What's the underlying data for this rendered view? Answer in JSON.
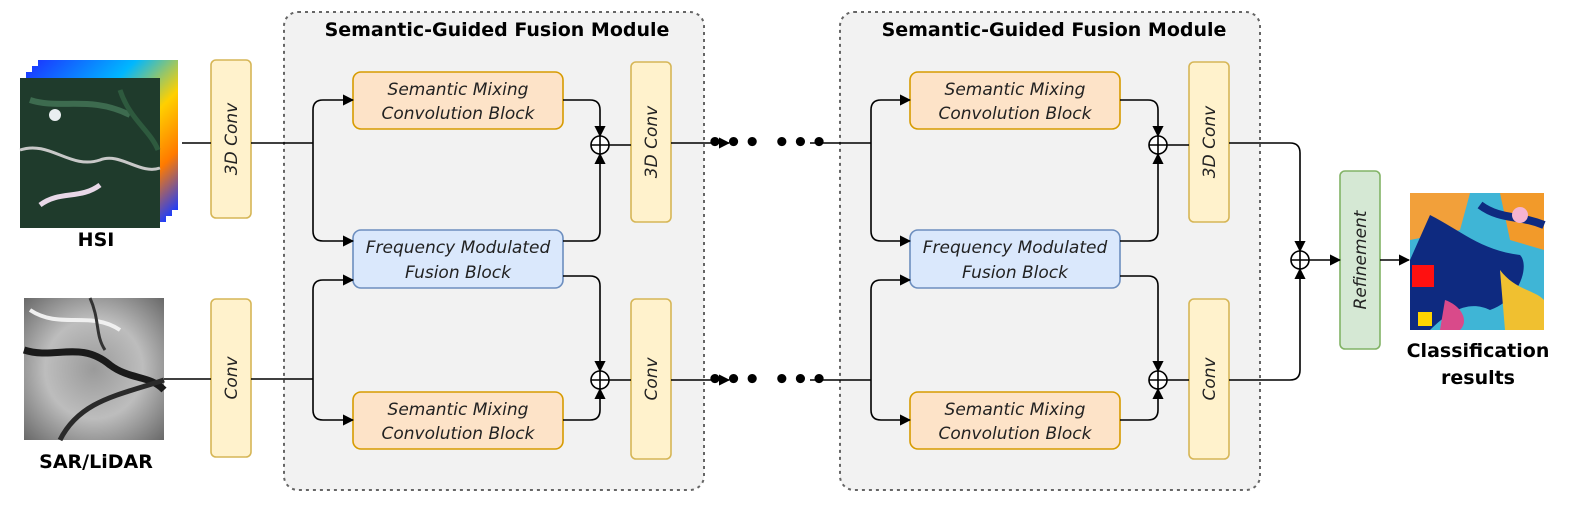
{
  "inputs": {
    "hsi_label": "HSI",
    "sar_label": "SAR/LiDAR"
  },
  "output": {
    "label_line1": "Classification",
    "label_line2": "results"
  },
  "encoders": {
    "hsi_conv": "3D Conv",
    "sar_conv": "Conv"
  },
  "modules": [
    {
      "title": "Semantic-Guided Fusion Module",
      "top_block": [
        "Semantic Mixing",
        "Convolution Block"
      ],
      "middle_block": [
        "Frequency Modulated",
        "Fusion Block"
      ],
      "bottom_block": [
        "Semantic Mixing",
        "Convolution Block"
      ],
      "top_conv": "3D Conv",
      "bottom_conv": "Conv"
    },
    {
      "title": "Semantic-Guided Fusion Module",
      "top_block": [
        "Semantic Mixing",
        "Convolution Block"
      ],
      "middle_block": [
        "Frequency Modulated",
        "Fusion Block"
      ],
      "bottom_block": [
        "Semantic Mixing",
        "Convolution Block"
      ],
      "top_conv": "3D Conv",
      "bottom_conv": "Conv"
    }
  ],
  "ellipsis": "••• •••",
  "refinement_label": "Refinement",
  "colors": {
    "module_bg": "#f2f2f2",
    "module_border": "#666666",
    "orange_fill": "#fde3c8",
    "orange_stroke": "#d79b00",
    "blue_fill": "#dae8fc",
    "blue_stroke": "#6c8ebf",
    "yellow_fill": "#fff2cc",
    "yellow_stroke": "#d6b656",
    "green_fill": "#d5e8d4",
    "green_stroke": "#82b366"
  }
}
